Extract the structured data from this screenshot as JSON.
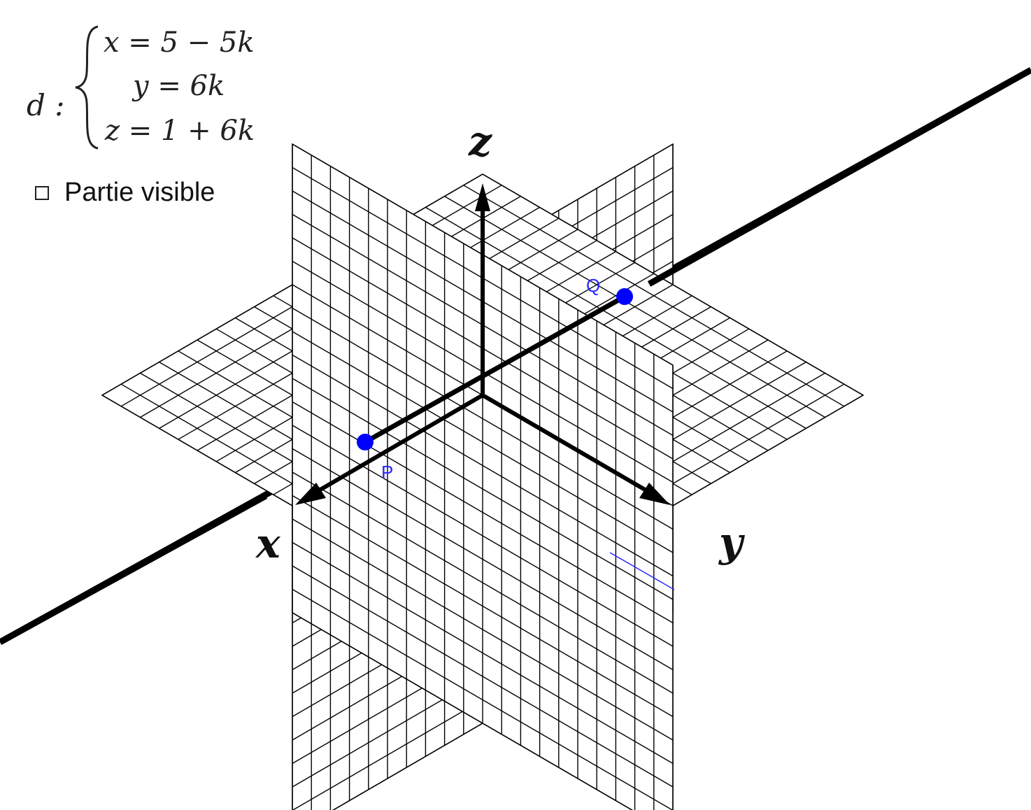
{
  "line_equation": {
    "name": "d :",
    "x_eq": "x = 5 − 5k",
    "y_eq": "y = 6k",
    "z_eq": "z = 1 + 6k"
  },
  "checkbox": {
    "label": "Partie visible",
    "checked": false
  },
  "axes": {
    "x": "x",
    "y": "y",
    "z": "z"
  },
  "points": [
    {
      "label": "P",
      "color": "#0000ff"
    },
    {
      "label": "Q",
      "color": "#0000ff"
    }
  ],
  "colors": {
    "axis": "#000000",
    "grid": "#000000",
    "point": "#0000ff",
    "line": "#000000"
  }
}
